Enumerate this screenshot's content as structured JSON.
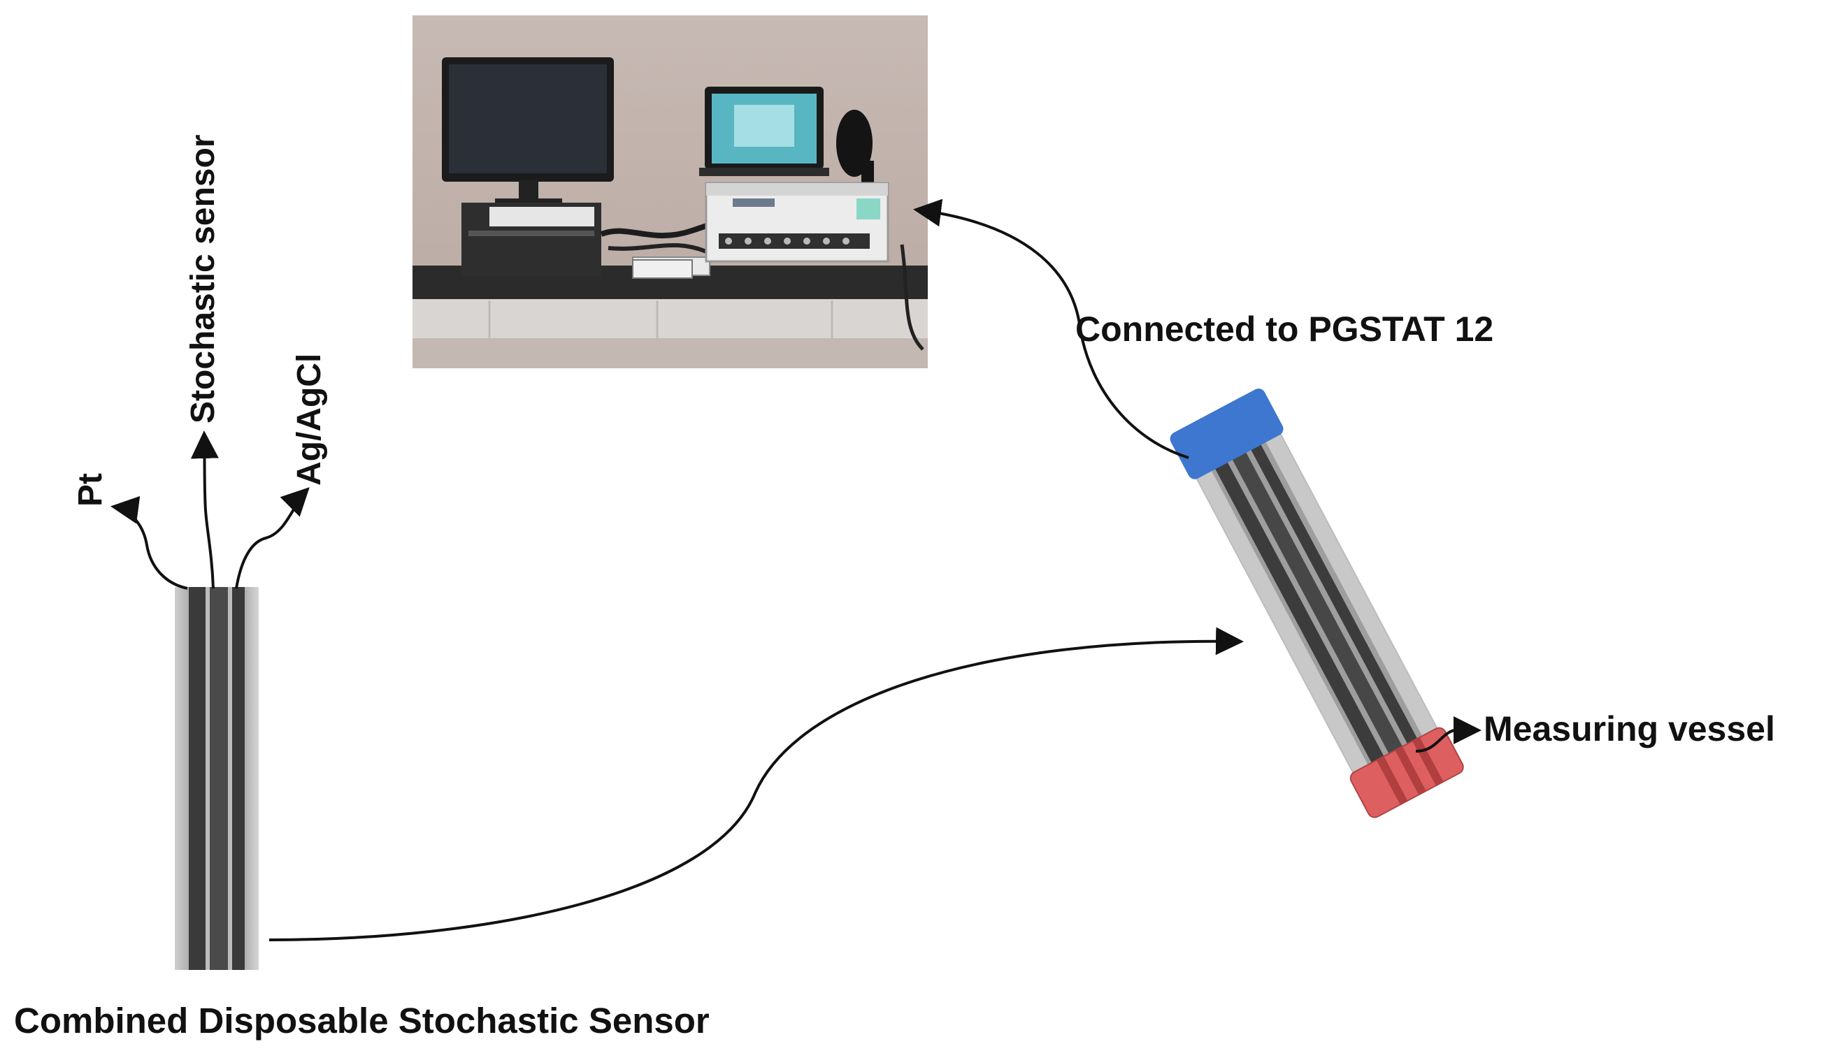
{
  "labels": {
    "pt": "Pt",
    "stochastic_sensor": "Stochastic sensor",
    "ag_agcl": "Ag/AgCl",
    "connected": "Connected to PGSTAT 12",
    "measuring_vessel": "Measuring vessel",
    "combined_sensor": "Combined Disposable Stochastic Sensor"
  },
  "colors": {
    "cap_top": "#3d77cf",
    "cap_bottom": "#de5f60",
    "electrode_dark": "#3a3a3a",
    "electrode_light": "#bdbdbd"
  },
  "icons": {
    "photo": "lab-workstation-photo",
    "sensor": "disposable-sensor-icon",
    "vessel": "measuring-vessel-icon"
  }
}
